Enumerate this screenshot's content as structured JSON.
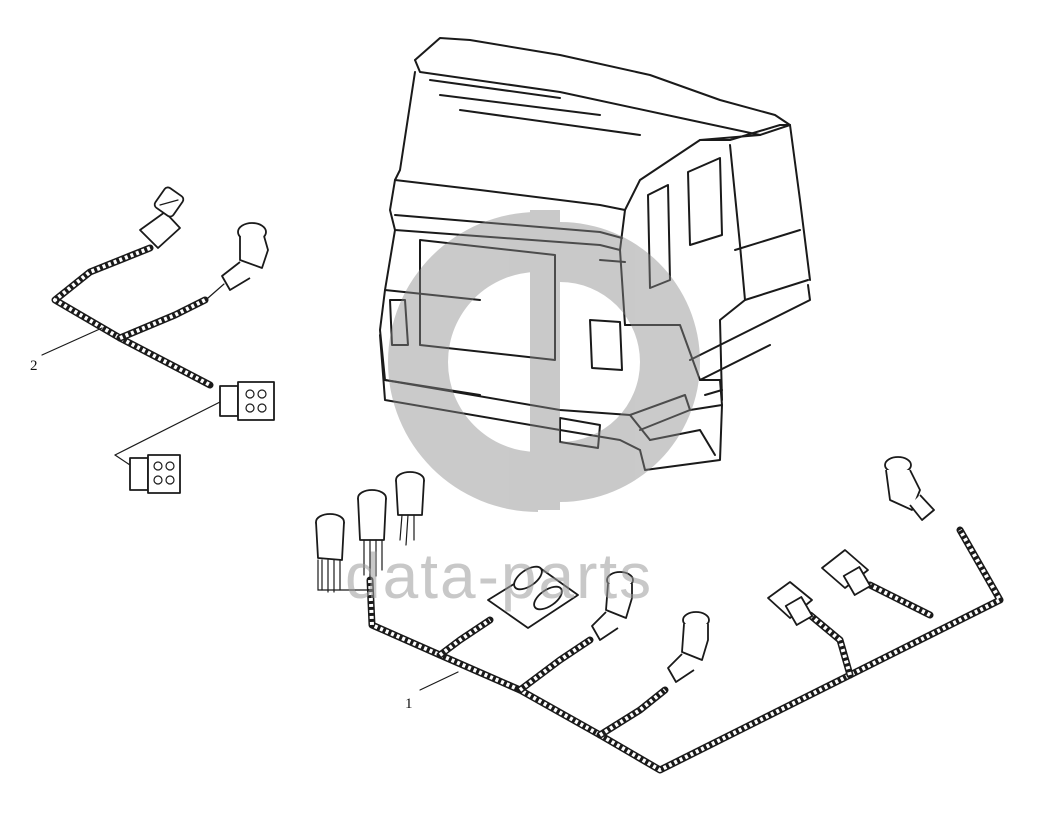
{
  "callouts": [
    {
      "id": "1",
      "label": "1"
    },
    {
      "id": "2",
      "label": "2"
    }
  ],
  "watermark": {
    "text": "data-parts",
    "color": "#9a9a9a"
  },
  "colors": {
    "line": "#1a1a1a",
    "background": "#ffffff"
  }
}
